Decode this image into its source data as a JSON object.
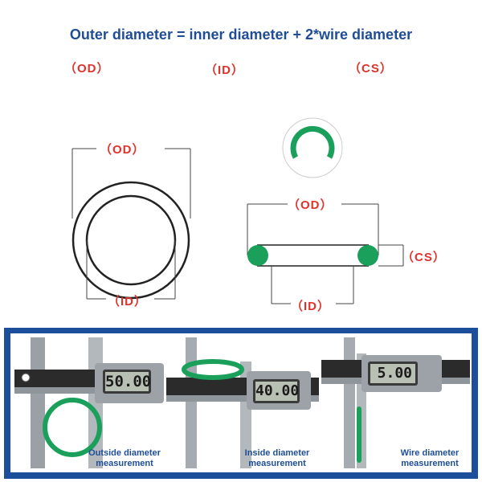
{
  "title": "Outer diameter = inner diameter + 2*wire diameter",
  "labels": {
    "od": "（OD）",
    "id": "（ID）",
    "cs": "（CS）"
  },
  "colors": {
    "title": "#1f4e96",
    "label": "#e0322b",
    "ring_green": "#1aa05a",
    "panel_border": "#1b4f9b"
  },
  "measurements": [
    {
      "reading": "50.00",
      "caption_line1": "Outside diameter",
      "caption_line2": "measurement"
    },
    {
      "reading": "40.00",
      "caption_line1": "Inside diameter",
      "caption_line2": "measurement"
    },
    {
      "reading": "5.00",
      "caption_line1": "Wire diameter",
      "caption_line2": "measurement"
    }
  ]
}
